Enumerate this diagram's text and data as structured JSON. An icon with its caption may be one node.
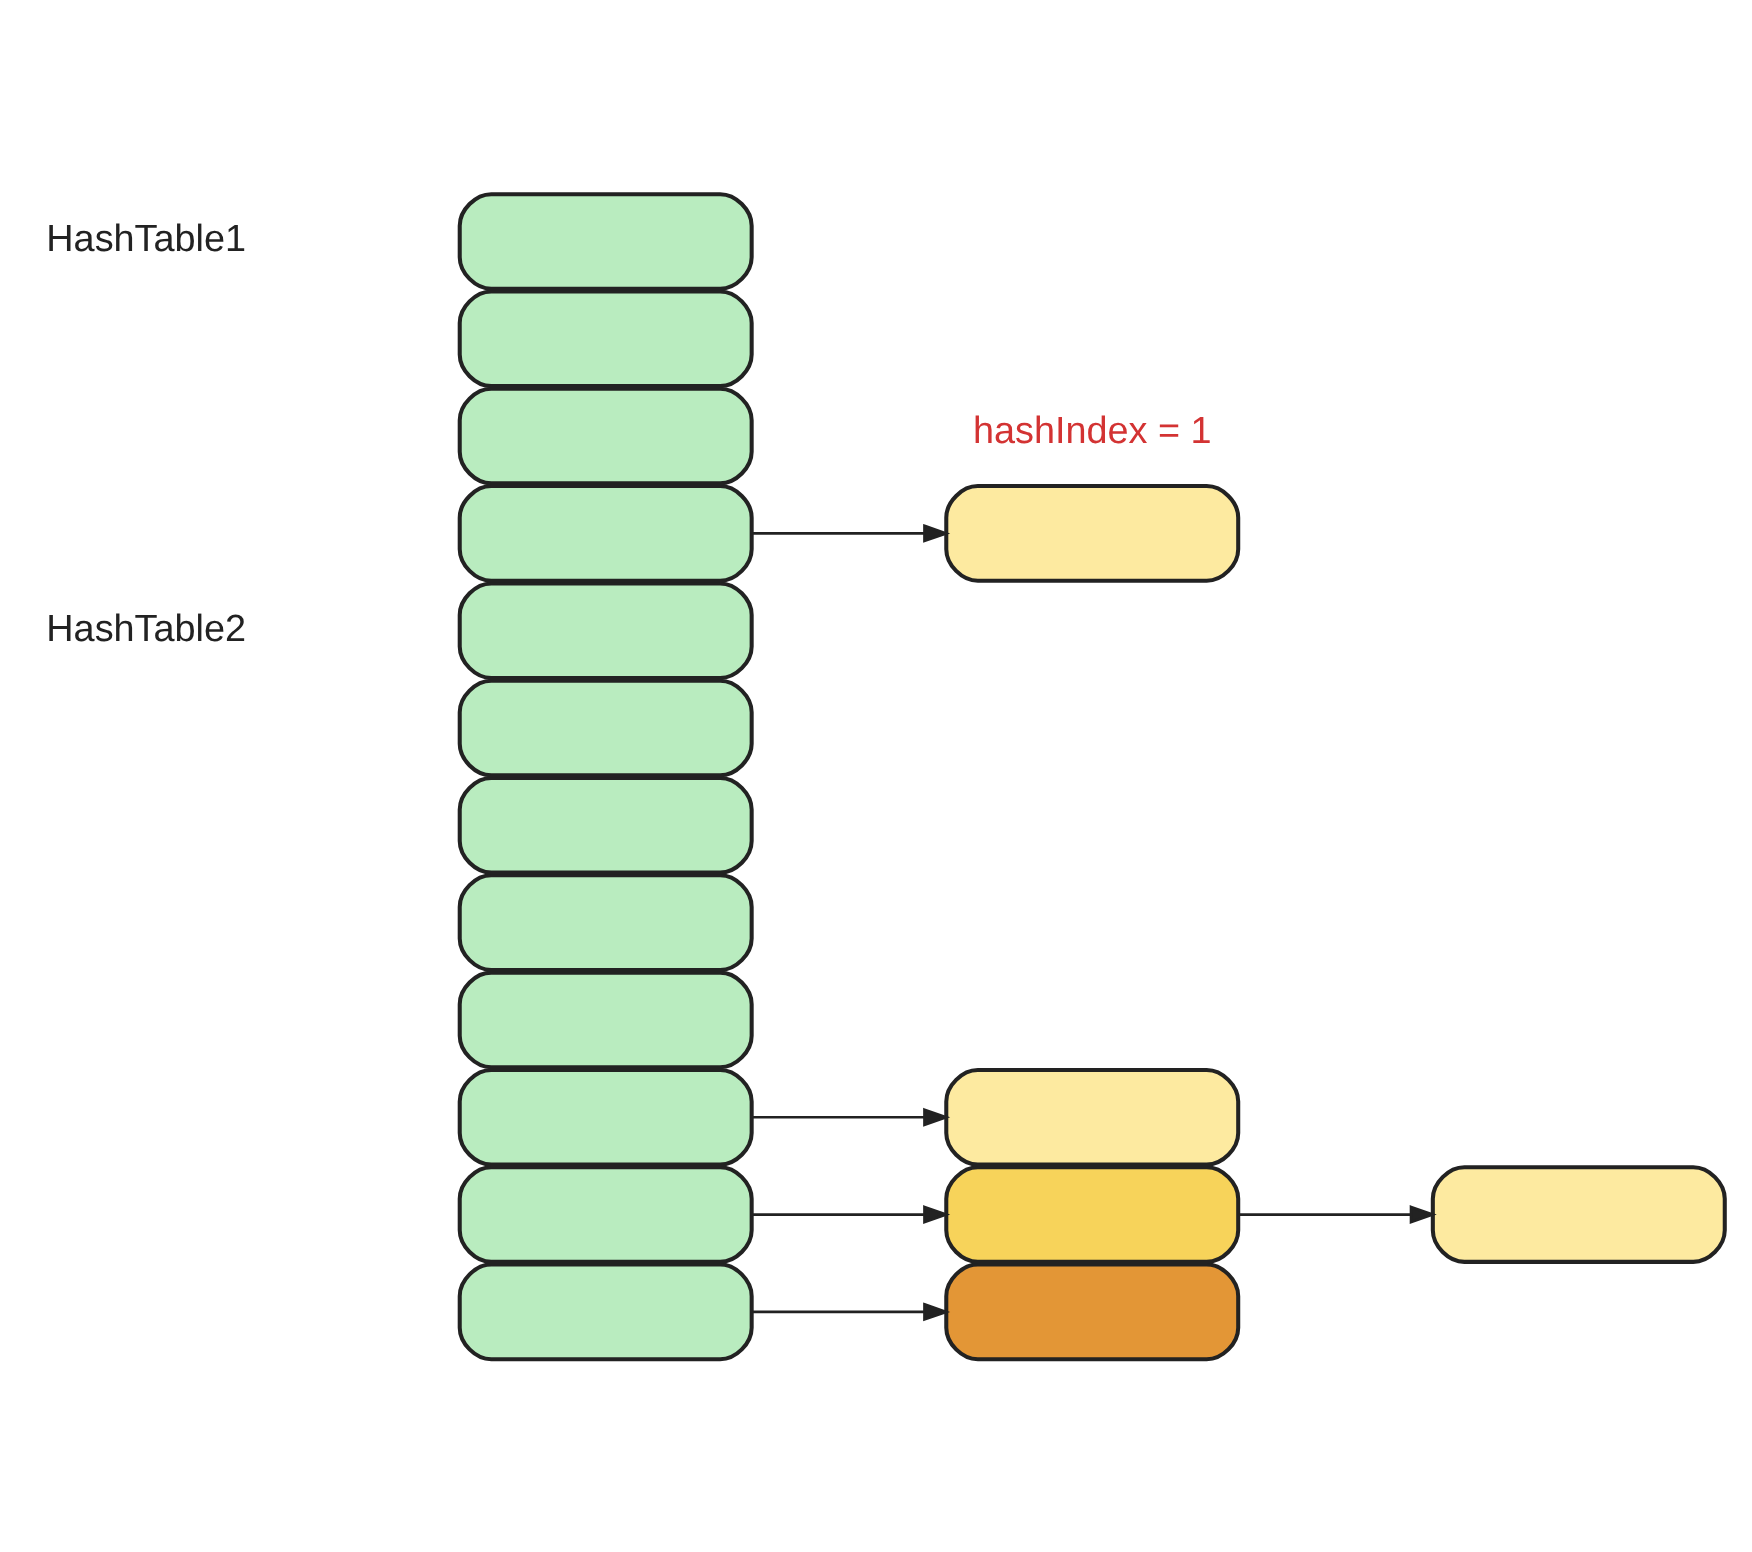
{
  "diagram": {
    "nodes": [
      {
        "text": [],
        "shape": "box"
      },
      {
        "text": [],
        "shape": "box"
      },
      {
        "text": [],
        "shape": "box"
      },
      {
        "text": [],
        "shape": "box"
      },
      {
        "text": [],
        "shape": "box"
      },
      {
        "text": [],
        "shape": "box"
      },
      {
        "text": [],
        "shape": "box"
      },
      {
        "text": [],
        "shape": "box"
      },
      {
        "text": [],
        "shape": "box"
      },
      {
        "text": [],
        "shape": "box"
      },
      {
        "text": [],
        "shape": "box"
      },
      {
        "text": [],
        "shape": "box"
      },
      {
        "text": [],
        "shape": "box"
      },
      {
        "text": [],
        "shape": "box"
      },
      {
        "text": [],
        "shape": "box"
      },
      {
        "text": [],
        "shape": "box"
      },
      {
        "text": [],
        "shape": "box"
      }
    ],
    "edges": [
      {
        "from": 3,
        "to": 4,
        "arrow": "to"
      },
      {
        "from": 6,
        "to": 13,
        "arrow": "to"
      },
      {
        "from": 9,
        "to": 14,
        "arrow": "to"
      },
      {
        "from": 14,
        "to": 15,
        "arrow": "to"
      },
      {
        "from": 12,
        "to": 16,
        "arrow": "to"
      }
    ],
    "labels": [
      "HashTable1",
      "hashIndex = 1",
      "HashTable2"
    ]
  }
}
